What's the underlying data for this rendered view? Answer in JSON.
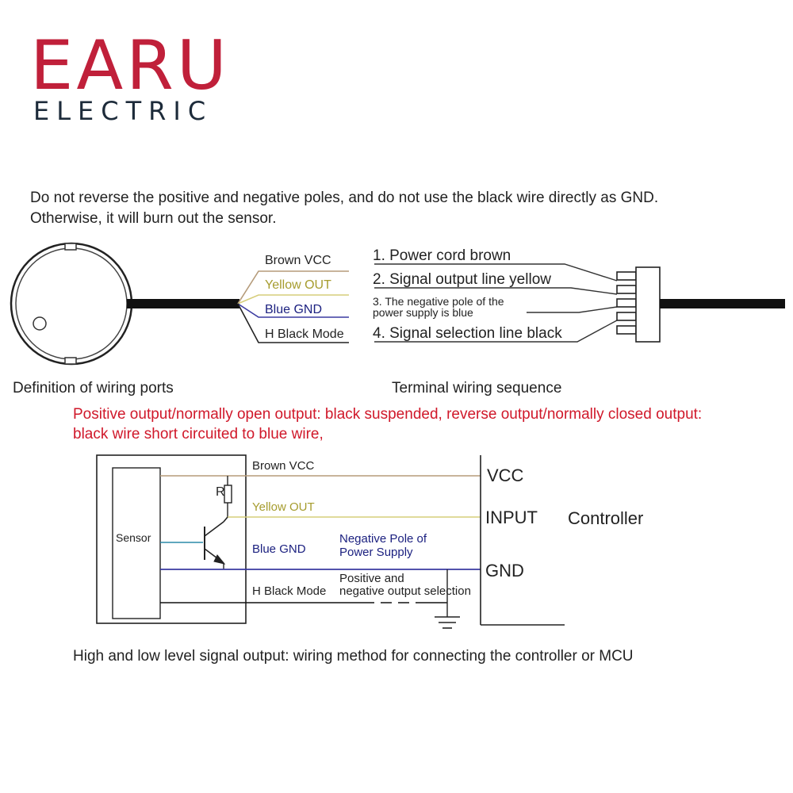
{
  "logo": {
    "brand": "EARU",
    "sub": "ELECTRIC"
  },
  "warning": {
    "line1": "Do not reverse the positive and negative poles, and do not use the black wire directly as GND.",
    "line2": "Otherwise, it will burn out the sensor."
  },
  "wires": {
    "brown": "Brown VCC",
    "yellow": "Yellow OUT",
    "blue": "Blue GND",
    "black": "H Black Mode"
  },
  "terminal": {
    "item1": "1. Power cord brown",
    "item2": "2. Signal output line yellow",
    "item3_line1": "3. The negative pole of the",
    "item3_line2": "power supply is blue",
    "item4": "4. Signal selection line black"
  },
  "captions": {
    "ports": "Definition of wiring ports",
    "sequence": "Terminal wiring sequence",
    "bottom": "High and low level signal output: wiring method for connecting the controller or MCU"
  },
  "note": {
    "line1": "Positive output/normally open output: black suspended, reverse output/normally closed output:",
    "line2": "black wire short circuited to blue wire,"
  },
  "schematic": {
    "sensor": "Sensor",
    "resistor": "R",
    "brown": "Brown VCC",
    "yellow": "Yellow OUT",
    "blue": "Blue GND",
    "black": "H Black Mode",
    "neg_pole_line1": "Negative Pole of",
    "neg_pole_line2": "Power Supply",
    "pos_neg_line1": "Positive and",
    "pos_neg_line2": "negative output selection",
    "vcc": "VCC",
    "input": "INPUT",
    "gnd": "GND",
    "controller": "Controller"
  },
  "colors": {
    "brand_red": "#c0203a",
    "brand_navy": "#1d2b3a",
    "note_red": "#d0182a",
    "wire_brown": "#b59b7a",
    "wire_yellow": "#d6cd7a",
    "wire_blue": "#3a3aa0",
    "wire_black": "#111111"
  }
}
